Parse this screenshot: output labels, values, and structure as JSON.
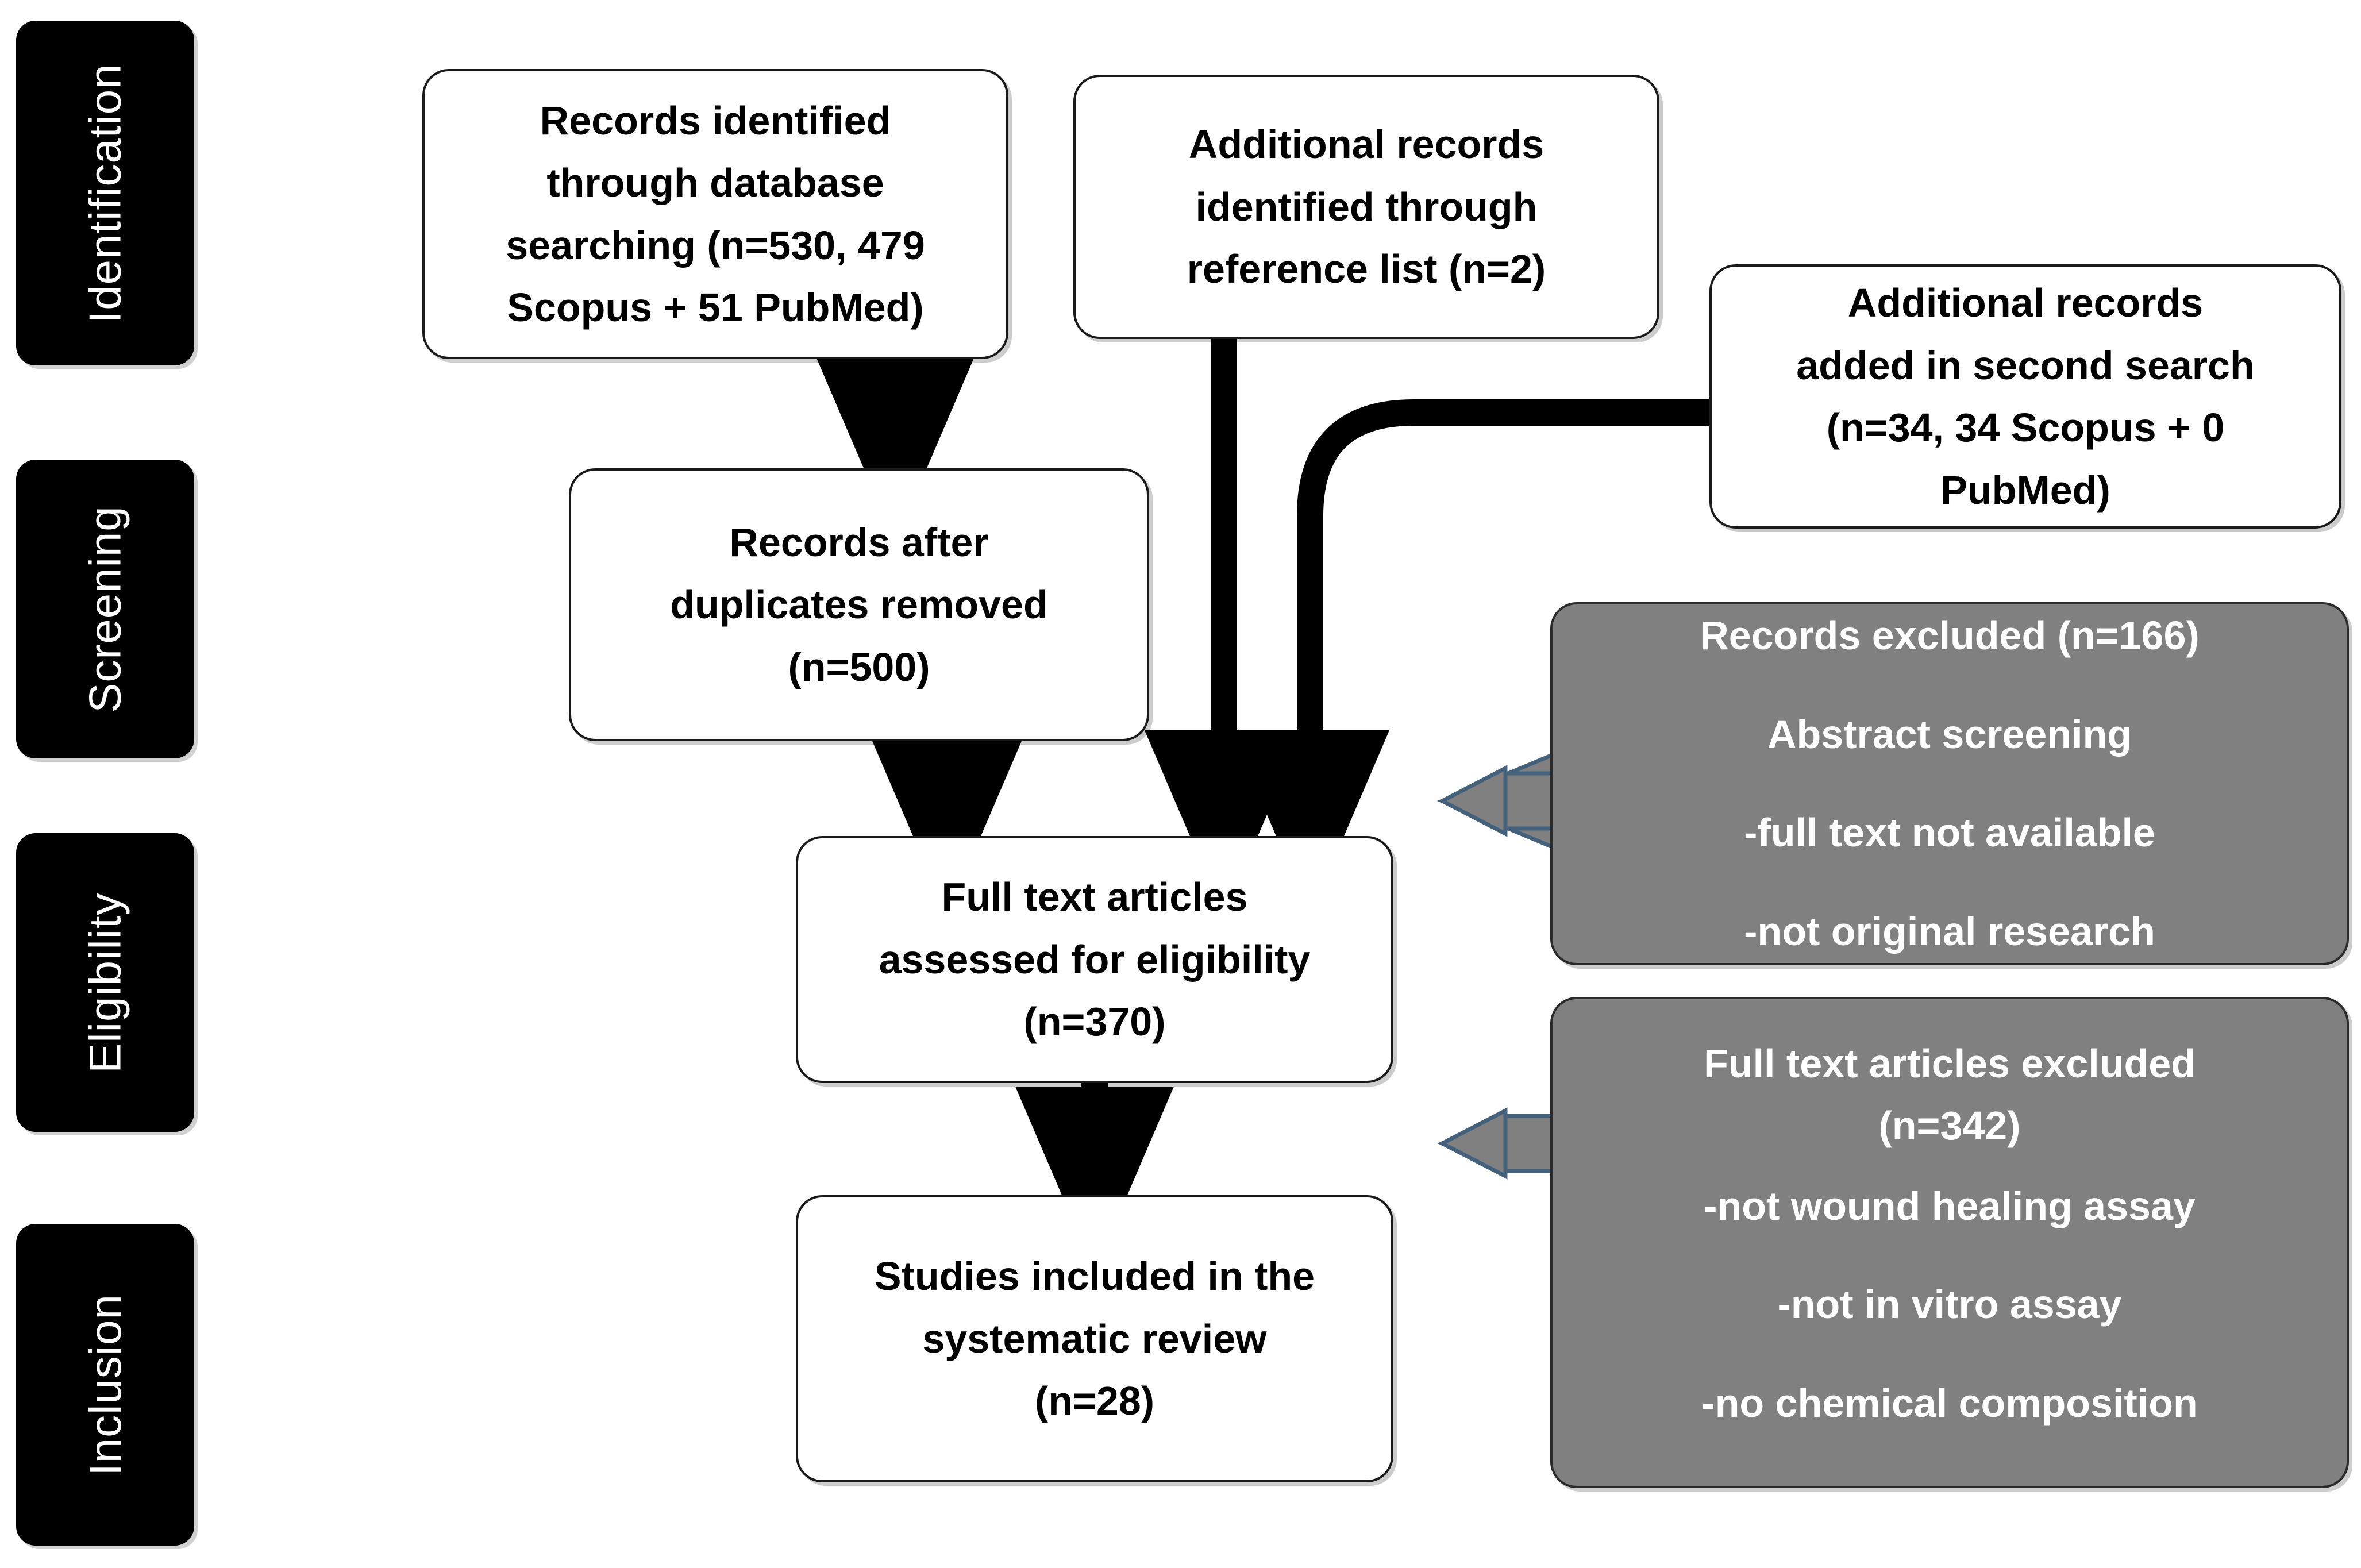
{
  "diagram": {
    "title": "PRISMA study selection flow diagram",
    "colors": {
      "node_fill_white": "#FFFFFF",
      "node_fill_gray": "#808080",
      "node_border": "#1A1A1A",
      "stage_fill": "#000000",
      "stage_text": "#FFFFFF",
      "arrow_black": "#000000",
      "block_arrow_fill": "#808080",
      "block_arrow_stroke": "#44617B"
    },
    "stages": [
      {
        "id": "identification",
        "label": "Identification"
      },
      {
        "id": "screening",
        "label": "Screening"
      },
      {
        "id": "eligibility",
        "label": "Eligibility"
      },
      {
        "id": "inclusion",
        "label": "Inclusion"
      }
    ],
    "nodes": {
      "database_search": {
        "id": "records-identified-database",
        "style": "white",
        "lines": [
          "Records identified",
          "through database",
          "searching (n=530, 479",
          "Scopus + 51 PubMed)"
        ]
      },
      "reference_list": {
        "id": "additional-records-reference-list",
        "style": "white",
        "lines": [
          "Additional records",
          "identified through",
          "reference list (n=2)"
        ]
      },
      "second_search": {
        "id": "additional-records-second-search",
        "style": "white",
        "lines": [
          "Additional records",
          "added in second search",
          "(n=34, 34 Scopus + 0",
          "PubMed)"
        ]
      },
      "duplicates_removed": {
        "id": "records-after-duplicates-removed",
        "style": "white",
        "lines": [
          "Records after",
          "duplicates removed",
          "(n=500)"
        ]
      },
      "records_excluded": {
        "id": "records-excluded",
        "style": "gray",
        "lines": [
          "Records excluded (n=166)",
          "Abstract screening",
          "-full text not available",
          "-not original research"
        ]
      },
      "full_text_assessed": {
        "id": "full-text-assessed-eligibility",
        "style": "white",
        "lines": [
          "Full text articles",
          "assessed for eligibility",
          "(n=370)"
        ]
      },
      "full_text_excluded": {
        "id": "full-text-articles-excluded",
        "style": "gray",
        "lines": [
          "Full text articles excluded",
          "(n=342)",
          "-not wound healing assay",
          "-not in vitro assay",
          "-no chemical composition"
        ]
      },
      "studies_included": {
        "id": "studies-included-systematic-review",
        "style": "white",
        "lines": [
          "Studies included in the",
          "systematic review",
          "(n=28)"
        ]
      }
    },
    "counts": {
      "database_total": 530,
      "scopus_first": 479,
      "pubmed_first": 51,
      "reference_list": 2,
      "second_search_total": 34,
      "scopus_second": 34,
      "pubmed_second": 0,
      "after_duplicates": 500,
      "records_excluded": 166,
      "full_text_assessed": 370,
      "full_text_excluded": 342,
      "studies_included": 28
    },
    "edges": [
      {
        "id": "edge-database-to-duplicates",
        "from": "database_search",
        "to": "duplicates_removed",
        "kind": "straight-arrow-down"
      },
      {
        "id": "edge-reference-to-fulltext",
        "from": "reference_list",
        "to": "full_text_assessed",
        "kind": "straight-arrow-down"
      },
      {
        "id": "edge-second-search-to-fulltext",
        "from": "second_search",
        "to": "full_text_assessed",
        "kind": "elbow-curve-arrow-down"
      },
      {
        "id": "edge-duplicates-to-fulltext",
        "from": "duplicates_removed",
        "to": "full_text_assessed",
        "kind": "straight-arrow-down"
      },
      {
        "id": "edge-records-excluded",
        "from": "records_excluded",
        "to": "full_text_assessed",
        "kind": "block-arrow-left"
      },
      {
        "id": "edge-fulltext-to-included",
        "from": "full_text_assessed",
        "to": "studies_included",
        "kind": "straight-arrow-down"
      },
      {
        "id": "edge-fulltext-excluded",
        "from": "full_text_excluded",
        "to": "studies_included",
        "kind": "block-arrow-left"
      }
    ]
  }
}
